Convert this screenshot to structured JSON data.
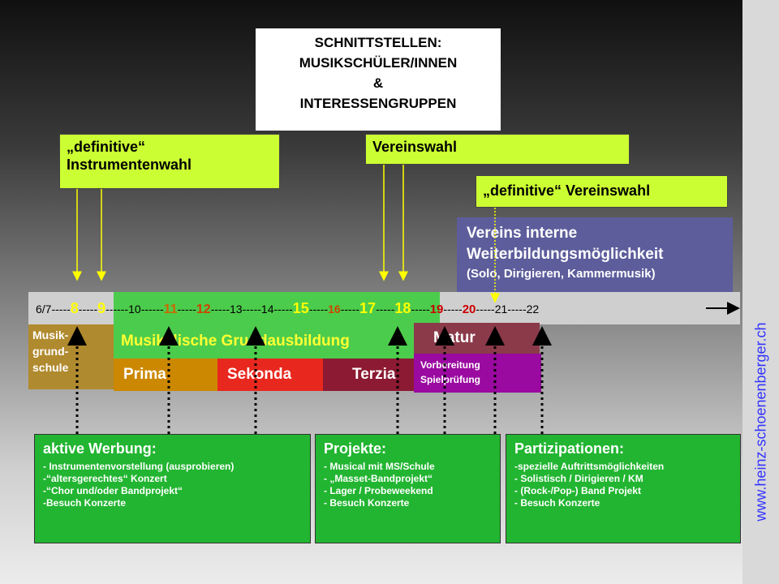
{
  "title": [
    "SCHNITTSTELLEN:",
    "MUSIKSCHÜLER/INNEN",
    "&",
    "INTERESSENGRUPPEN"
  ],
  "labels": {
    "instrumentenwahl": [
      "„definitive“",
      "Instrumentenwahl"
    ],
    "vereinswahl": "Vereinswahl",
    "definitive_vereinswahl": "„definitive“ Vereinswahl",
    "weiterbildung_title": "Vereins interne Weiterbildungsmöglichkeit",
    "weiterbildung_sub": "(Solo, Dirigieren, Kammermusik)"
  },
  "timeline": {
    "start": "6/7",
    "ages": [
      "8",
      "9",
      "10",
      "11",
      "12",
      "13",
      "14",
      "15",
      "16",
      "17",
      "18",
      "19",
      "20",
      "21",
      "22"
    ]
  },
  "phases": {
    "musikgrundschule": [
      "Musik-",
      "grund-",
      "schule"
    ],
    "grundausbildung": "Musikalische Grundausbildung",
    "matur": "Matur",
    "prima": "Prima",
    "sekonda": "Sekonda",
    "terzia": "Terzia",
    "vorbereitung": [
      "Vorbereitung",
      "Spielprüfung"
    ]
  },
  "bottom": {
    "werbung": {
      "title": "aktive Werbung:",
      "items": [
        "- Instrumentenvorstellung (ausprobieren)",
        "-“altersgerechtes“ Konzert",
        "-“Chor und/oder Bandprojekt“",
        "-Besuch Konzerte"
      ]
    },
    "projekte": {
      "title": "Projekte:",
      "items": [
        "- Musical mit MS/Schule",
        "- „Masset-Bandprojekt“",
        "- Lager / Probeweekend",
        "- Besuch Konzerte"
      ]
    },
    "partizipationen": {
      "title": "Partizipationen:",
      "items": [
        "-spezielle Auftrittsmöglichkeiten",
        "- Solistisch  / Dirigieren / KM",
        "- (Rock-/Pop-) Band Projekt",
        "- Besuch Konzerte"
      ]
    }
  },
  "website": "www.heinz-schoenenberger.ch",
  "colors": {
    "lime": "#ccff33",
    "green": "#22b531",
    "blue": "#5d5d9c",
    "olive": "#b08a2e",
    "orange": "#cc8800",
    "red": "#e8281e",
    "terzia": "#8b1a32",
    "matur": "#8b3a4a",
    "purple": "#9a0aa0"
  }
}
